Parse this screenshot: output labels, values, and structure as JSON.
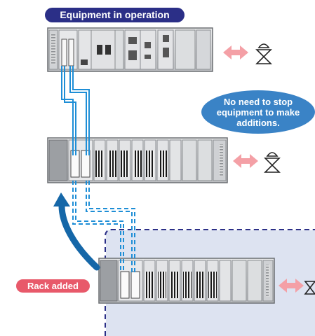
{
  "labels": {
    "equipment_in_operation": "Equipment in operation",
    "callout_line1": "No need to stop",
    "callout_line2": "equipment to make",
    "callout_line3": "additions.",
    "rack_added": "Rack added"
  },
  "colors": {
    "label_bg": "#2b2f87",
    "cable": "#1e8ed6",
    "callout_bg": "#3a83c6",
    "added_area_bg": "#dde3f1",
    "added_area_border": "#2b2f87",
    "curved_arrow": "#1567a8",
    "double_arrow": "#f4a0a6",
    "rack_added_bg": "#e8596a"
  },
  "icons": [
    "double-arrow-icon",
    "valve-icon",
    "curved-arrow-icon"
  ]
}
